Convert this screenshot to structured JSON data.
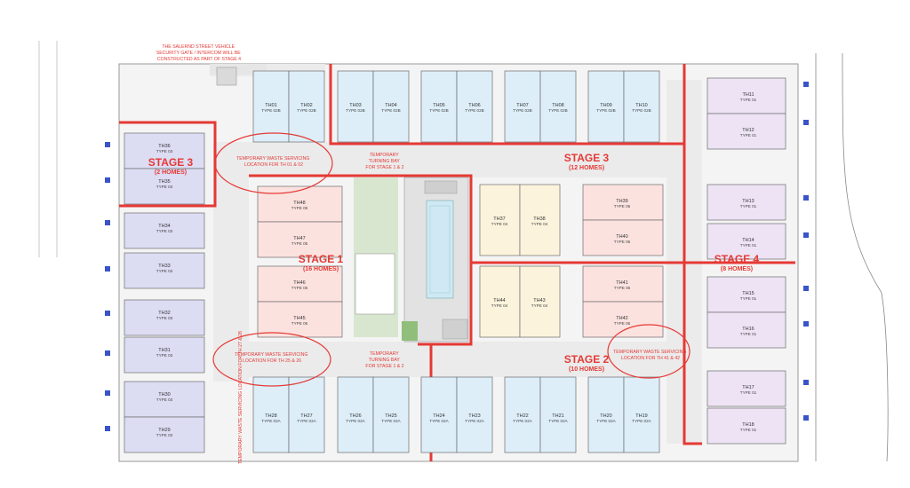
{
  "notes": {
    "security_gate": [
      "THE SALERND STREET VEHICLE",
      "SECURITY GATE / INTERCOM WILL BE",
      "CONSTRUCTED AS PART OF STAGE 4"
    ],
    "waste_th01": [
      "TEMPORARY WASTE SERVICING",
      "LOCATION FOR TH 01 & 02"
    ],
    "waste_th25": [
      "TEMPORARY WASTE SERVICING",
      "LOCATION FOR TH 25 & 26"
    ],
    "waste_th41": [
      "TEMPORARY WASTE SERVICING",
      "LOCATION FOR TH 41 & 42"
    ],
    "waste_vertical": "TEMPORARY WASTE SERVICING LOCATION FOR TH 27 & 28",
    "turning_bay_top": [
      "TEMPORARY",
      "TURNING BAY",
      "FOR STAGE 1 & 2"
    ],
    "turning_bay_bottom": [
      "TEMPORARY",
      "TURNING BAY",
      "FOR STAGE 1 & 2"
    ]
  },
  "stages": {
    "stage1": {
      "label": "STAGE 1",
      "homes": "(16 HOMES)"
    },
    "stage2": {
      "label": "STAGE 2",
      "homes": "(10 HOMES)"
    },
    "stage3_left": {
      "label": "STAGE 3",
      "homes": "(2 HOMES)"
    },
    "stage3_top": {
      "label": "STAGE 3",
      "homes": "(12 HOMES)"
    },
    "stage4": {
      "label": "STAGE 4",
      "homes": "(8 HOMES)"
    }
  },
  "colors": {
    "type01": "#ede3f5",
    "type02a": "#ddeef9",
    "type02b": "#ddeef9",
    "type03": "#dcdcf3",
    "type04": "#fbf3dc",
    "type05": "#fbe2df",
    "stage_line": "#e53935",
    "road": "#efefef",
    "landscape": "#d8e6cf",
    "pool": "#cfe8f3"
  },
  "units": {
    "top_row": [
      {
        "id": "TH01",
        "type": "TYPE 02B"
      },
      {
        "id": "TH02",
        "type": "TYPE 02B"
      },
      {
        "id": "TH03",
        "type": "TYPE 02B"
      },
      {
        "id": "TH04",
        "type": "TYPE 02B"
      },
      {
        "id": "TH05",
        "type": "TYPE 02B"
      },
      {
        "id": "TH06",
        "type": "TYPE 02B"
      },
      {
        "id": "TH07",
        "type": "TYPE 02B"
      },
      {
        "id": "TH08",
        "type": "TYPE 02B"
      },
      {
        "id": "TH09",
        "type": "TYPE 02B"
      },
      {
        "id": "TH10",
        "type": "TYPE 02B"
      }
    ],
    "bottom_row": [
      {
        "id": "TH28",
        "type": "TYPE 02A"
      },
      {
        "id": "TH27",
        "type": "TYPE 02A"
      },
      {
        "id": "TH26",
        "type": "TYPE 02A"
      },
      {
        "id": "TH25",
        "type": "TYPE 02A"
      },
      {
        "id": "TH24",
        "type": "TYPE 02A"
      },
      {
        "id": "TH23",
        "type": "TYPE 02A"
      },
      {
        "id": "TH22",
        "type": "TYPE 02A"
      },
      {
        "id": "TH21",
        "type": "TYPE 02A"
      },
      {
        "id": "TH20",
        "type": "TYPE 02A"
      },
      {
        "id": "TH19",
        "type": "TYPE 02A"
      }
    ],
    "left_col": [
      {
        "id": "TH36",
        "type": "TYPE 03"
      },
      {
        "id": "TH35",
        "type": "TYPE 03"
      },
      {
        "id": "TH34",
        "type": "TYPE 03"
      },
      {
        "id": "TH33",
        "type": "TYPE 03"
      },
      {
        "id": "TH32",
        "type": "TYPE 03"
      },
      {
        "id": "TH31",
        "type": "TYPE 03"
      },
      {
        "id": "TH30",
        "type": "TYPE 03"
      },
      {
        "id": "TH29",
        "type": "TYPE 03"
      }
    ],
    "right_col": [
      {
        "id": "TH11",
        "type": "TYPE 01"
      },
      {
        "id": "TH12",
        "type": "TYPE 01"
      },
      {
        "id": "TH13",
        "type": "TYPE 01"
      },
      {
        "id": "TH14",
        "type": "TYPE 01"
      },
      {
        "id": "TH15",
        "type": "TYPE 01"
      },
      {
        "id": "TH16",
        "type": "TYPE 01"
      },
      {
        "id": "TH17",
        "type": "TYPE 01"
      },
      {
        "id": "TH18",
        "type": "TYPE 01"
      }
    ],
    "inner_left": [
      {
        "id": "TH48",
        "type": "TYPE 05"
      },
      {
        "id": "TH47",
        "type": "TYPE 05"
      },
      {
        "id": "TH46",
        "type": "TYPE 05"
      },
      {
        "id": "TH45",
        "type": "TYPE 05"
      }
    ],
    "center_top": [
      {
        "id": "TH37",
        "type": "TYPE 04"
      },
      {
        "id": "TH38",
        "type": "TYPE 04"
      }
    ],
    "center_bottom": [
      {
        "id": "TH44",
        "type": "TYPE 04"
      },
      {
        "id": "TH43",
        "type": "TYPE 04"
      }
    ],
    "inner_right": [
      {
        "id": "TH39",
        "type": "TYPE 05"
      },
      {
        "id": "TH40",
        "type": "TYPE 05"
      },
      {
        "id": "TH41",
        "type": "TYPE 05"
      },
      {
        "id": "TH42",
        "type": "TYPE 05"
      }
    ]
  }
}
